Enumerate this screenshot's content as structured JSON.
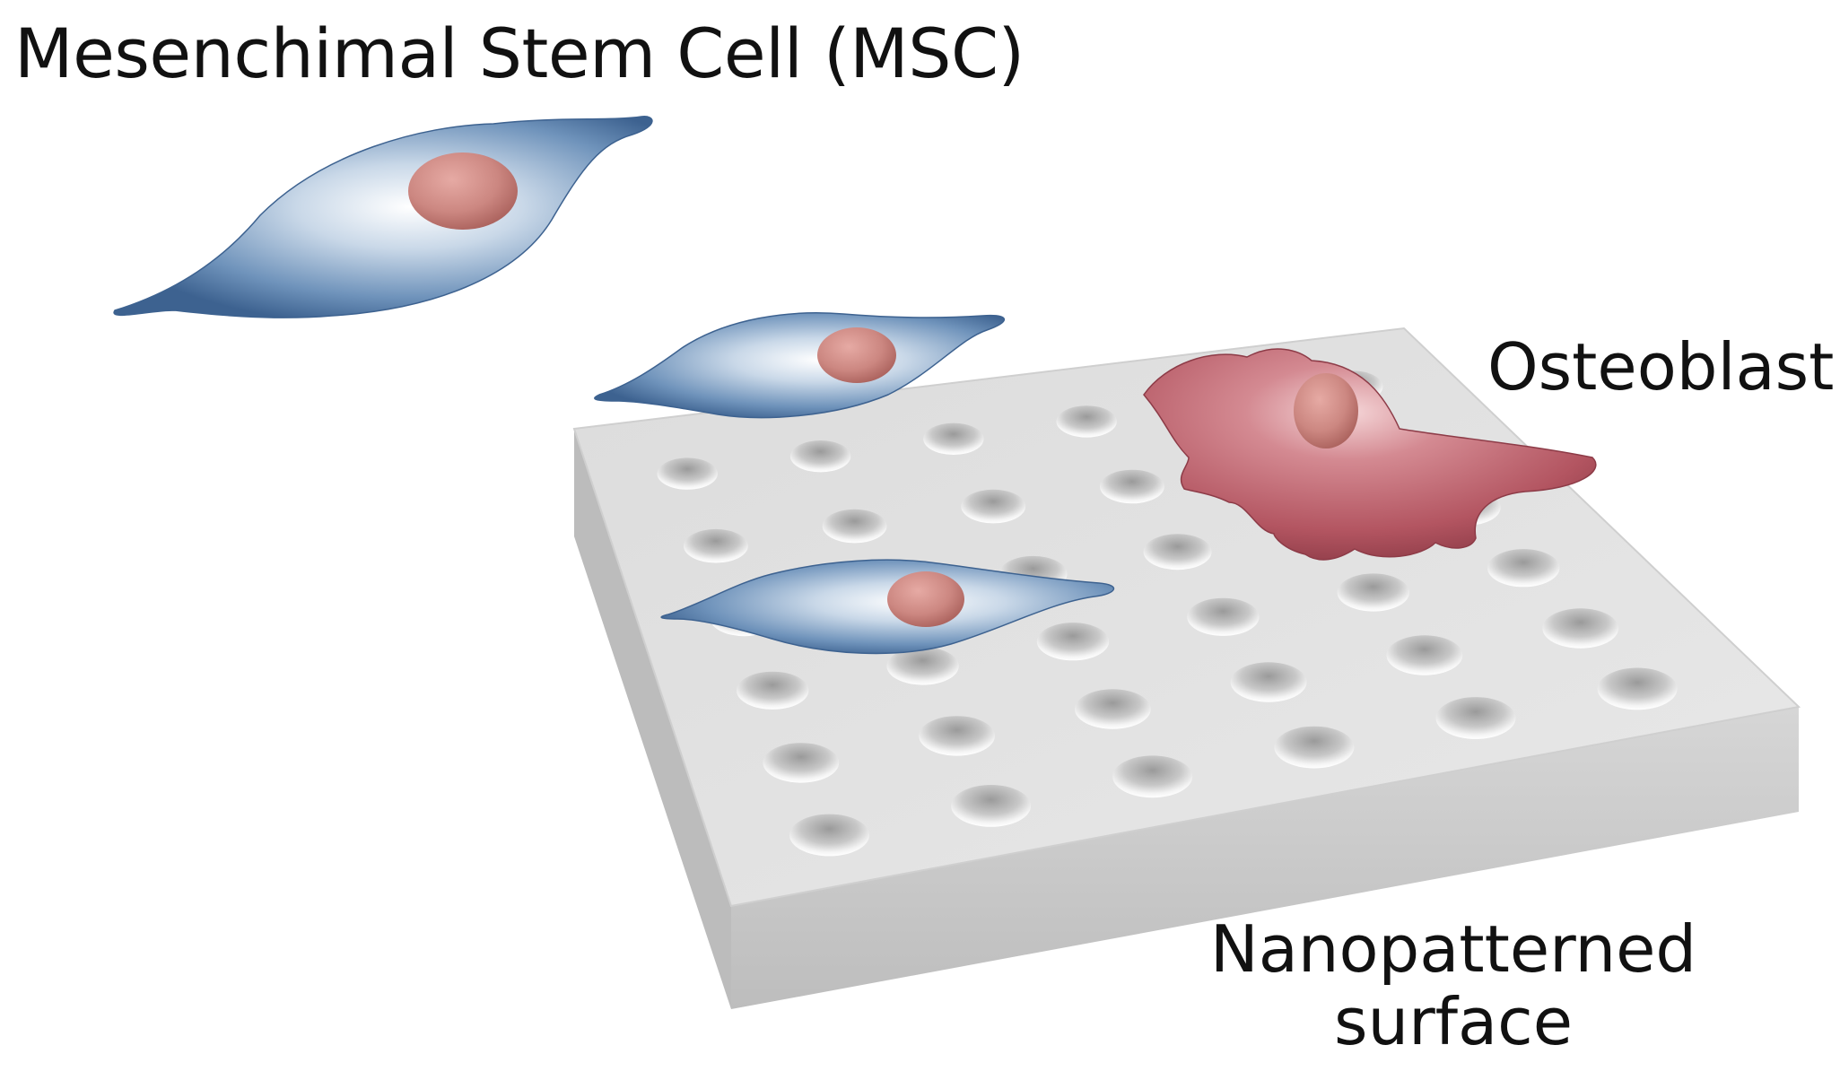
{
  "labels": {
    "msc": "Mesenchimal Stem Cell (MSC)",
    "osteoblast": "Osteoblast",
    "surface_line1": "Nanopatterned",
    "surface_line2": "surface"
  },
  "colors": {
    "background": "#ffffff",
    "msc_body": "#5b84b1",
    "msc_highlight": "#ffffff",
    "nucleus": "#c9827d",
    "osteoblast_body": "#b65a64",
    "surface_top": "#e3e3e3",
    "surface_side": "#b9b9b9",
    "surface_front": "#d0d0d0",
    "text": "#111111"
  },
  "elements": {
    "msc_cells": 3,
    "osteoblast_cells": 1,
    "surface_pits": 35
  }
}
